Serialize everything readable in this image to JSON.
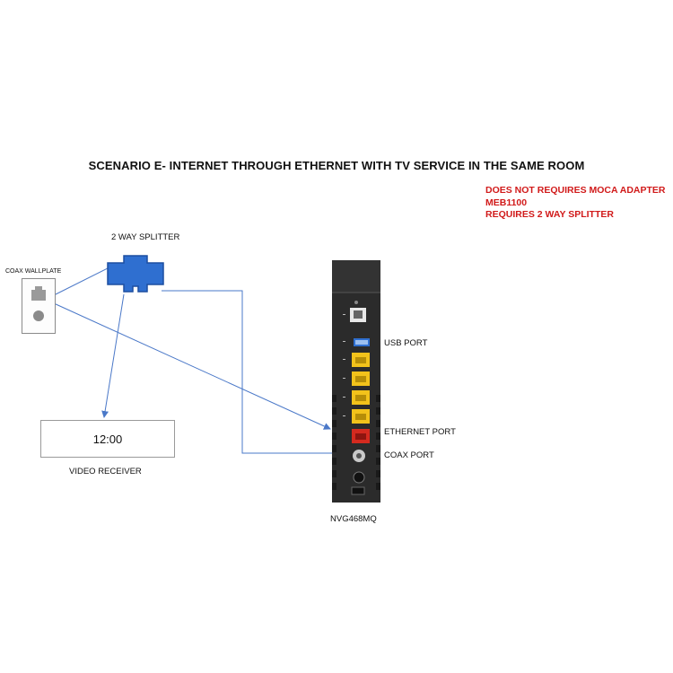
{
  "title": "SCENARIO  E- INTERNET THROUGH ETHERNET WITH TV SERVICE IN THE SAME ROOM",
  "notes": {
    "line1": "DOES NOT REQUIRES MOCA ADAPTER",
    "line2": "MEB1100",
    "line3": "REQUIRES  2 WAY SPLITTER"
  },
  "labels": {
    "splitter": "2 WAY SPLITTER",
    "wallplate": "COAX WALLPLATE",
    "receiver_display": "12:00",
    "receiver": "VIDEO RECEIVER",
    "usb_port": "USB PORT",
    "ethernet_port": "ETHERNET PORT",
    "coax_port": "COAX PORT",
    "router": "NVG468MQ"
  },
  "colors": {
    "note_red": "#d11a1a",
    "splitter_blue": "#2f6fd0",
    "line_blue": "#4a78c8",
    "ethernet_yellow": "#f2c21b",
    "wan_red": "#d42a1f",
    "router_body": "#2b2b2b"
  },
  "icons": [
    "splitter-icon",
    "wallplate-icon",
    "router-icon"
  ]
}
